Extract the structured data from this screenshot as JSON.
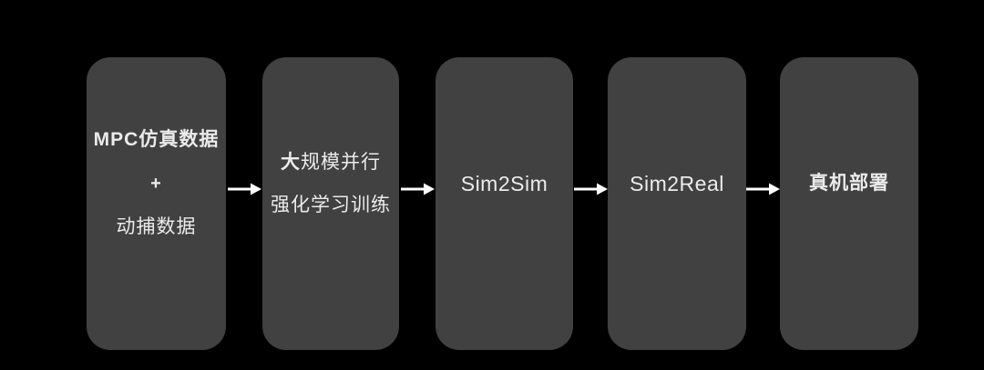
{
  "colors": {
    "background": "#000000",
    "box": "#414141",
    "text": "#ebebeb",
    "arrow": "#ffffff"
  },
  "flow": {
    "nodes": [
      {
        "id": "training-data",
        "line1": "MPC仿真数据",
        "line2": "+",
        "line3": "动捕数据"
      },
      {
        "id": "parallel-rl-training",
        "line1_emphasis": "大",
        "line1_rest": "规模并行",
        "line2": "强化学习训练"
      },
      {
        "id": "sim2sim",
        "label": "Sim2Sim"
      },
      {
        "id": "sim2real",
        "label": "Sim2Real"
      },
      {
        "id": "real-robot-deployment",
        "label": "真机部署"
      }
    ],
    "arrow_glyph": "→",
    "arrow_count": 4
  }
}
